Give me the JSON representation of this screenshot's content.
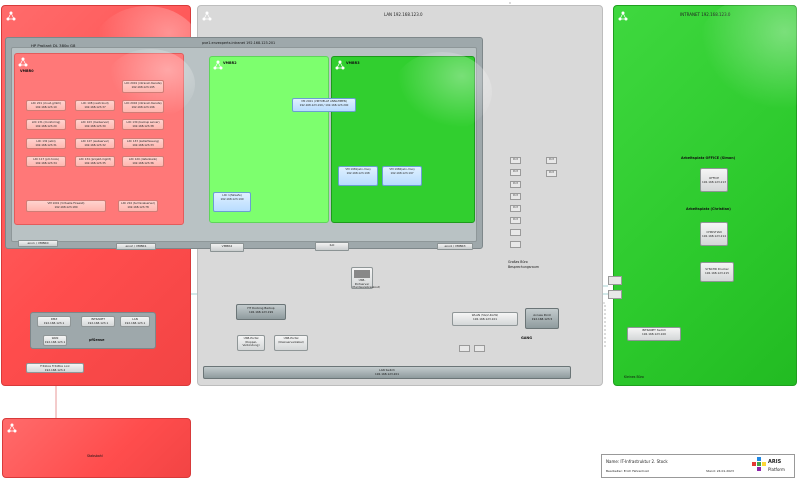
{
  "zones": {
    "gray_title": "LAN 192.168.123.0",
    "green_title": "INTRANET 192.168.123.0",
    "bottom_red_title": "Stabsbahl",
    "green_footer": "Kleines Büro"
  },
  "host": {
    "title": "HP Proliant DL 380p G8",
    "header": "pve1.envexperts.intranet 192.168.123.201",
    "vm_red_title": "VMBR0",
    "vm_lgreen_title": "VMBR2",
    "vm_green_title": "VMBR3"
  },
  "red_vms": [
    {
      "name": "LXC 201 (cloud-gmbh)",
      "ip": "192.168.123.10"
    },
    {
      "name": "LXC 131 (monitoring)",
      "ip": "192.168.123.20"
    },
    {
      "name": "LXC 103 (mailserver)",
      "ip": "192.168.123.30"
    },
    {
      "name": "LXC 132 (wiki)",
      "ip": "192.168.123.31"
    },
    {
      "name": "LXC 107 (webserver)",
      "ip": "192.168.123.32"
    },
    {
      "name": "LXC 133 (zeiterfassung)",
      "ip": "192.168.123.33"
    },
    {
      "name": "LXC 117 (pm tools)",
      "ip": "192.168.123.34"
    },
    {
      "name": "LXC 134 (projekt-mgmt)",
      "ip": "192.168.123.35"
    },
    {
      "name": "LXC 120 (datenbank)",
      "ip": "192.168.123.36"
    },
    {
      "name": "LXC 108 (nextcloud)",
      "ip": "192.168.123.37"
    },
    {
      "name": "LXC 130 (backup server)",
      "ip": "192.168.123.38"
    },
    {
      "name": "LXC 2001 (intranet dienste)",
      "ip": "192.168.123.195"
    },
    {
      "name": "LXC 2002 (intranet dienste)",
      "ip": "192.168.123.196"
    },
    {
      "name": "VM 1001 (Virtuelle Firewall)",
      "ip": "192.168.123.180"
    },
    {
      "name": "LXC 210 (terminalserver)",
      "ip": "192.168.123.78"
    }
  ],
  "green_vms": [
    {
      "name": "VM 2001 (VIRTUELLE ANNAHMEN)",
      "ip": "192.168.123.199 / 192.168.123.200"
    },
    {
      "name": "VM 1981(win-mvs)",
      "ip": "192.168.123.198"
    },
    {
      "name": "VM 1982(win-mvs)",
      "ip": "192.168.123.197"
    },
    {
      "name": "LXC 1(fallsafe)",
      "ip": "192.168.123.199"
    }
  ],
  "nics": [
    "eno1 / VMBR0",
    "eno2 / VMBR1",
    "VMBR2",
    "ILO",
    "eno4 / VMBR3"
  ],
  "devices": {
    "usb_server": "USB-Portserver",
    "usb_server_sub": "(Hardwarebreakout)",
    "ht_docking": "HT Docking Backup",
    "ht_docking_ip": "192.168.123.199",
    "usb_portal_1": "USB-Portal",
    "usb_portal_1_sub": "(Doppel-Verbindung)",
    "usb_portal_2": "USB-Portal",
    "usb_portal_2_sub": "(Kleinserverkabel)",
    "lan_switch": "LAN Switch",
    "lan_switch_ip": "192.168.123.201",
    "pfsense": "pfSense",
    "dmz": "DMZ",
    "dmz_ip": "192.168.123.1",
    "intranet": "INTRANET",
    "intranet_ip": "192.168.123.1",
    "lan": "LAN",
    "lan_ip": "192.168.123.1",
    "wan": "WAN",
    "wan_ip": "192.168.123.1",
    "fritzbox": "Fritzbox FritzBox Link",
    "fritzbox_ip": "192.168.123.2",
    "wlan": "WLAN (5G/2.4GHz)",
    "wlan_ip": "192.168.123.101",
    "access_point": "Access Point",
    "access_point_ip": "192.168.123.5",
    "gang": "GANG",
    "room_label": "Großes Büro",
    "room_sublabel": "Besprechungsraum",
    "intranet_switch": "INTRANET Switch",
    "intranet_switch_ip": "192.168.123.100",
    "office_title": "Arbeitsplatz OFFICE (Simon)",
    "office_pc": "OFFICE",
    "office_pc_ip": "192.168.123.213",
    "workstation_title": "Arbeitsplatz (Christian)",
    "workstation_pc": "CHRISTIAN",
    "workstation_pc_ip": "192.168.123.214",
    "sync_pc": "SYNCHR Drucker",
    "sync_pc_ip": "192.168.123.215"
  },
  "ports": [
    "Port",
    "Port",
    "Port",
    "Port",
    "Port",
    "Port",
    "Port",
    "Port"
  ],
  "legend": {
    "name": "Name: IT-Infrastruktur 2. Stock",
    "author": "Bearbeiter: Erich Fahrenhost",
    "date": "Stand: 24.01.2023",
    "brand": "ARIS",
    "brand_sub": "Platform"
  },
  "colors": {
    "red": "#ff5a5a",
    "gray": "#d9d9d9",
    "green": "#2cc92c",
    "link_teal": "#4aa6a6",
    "link_yellow": "#f2c200"
  }
}
